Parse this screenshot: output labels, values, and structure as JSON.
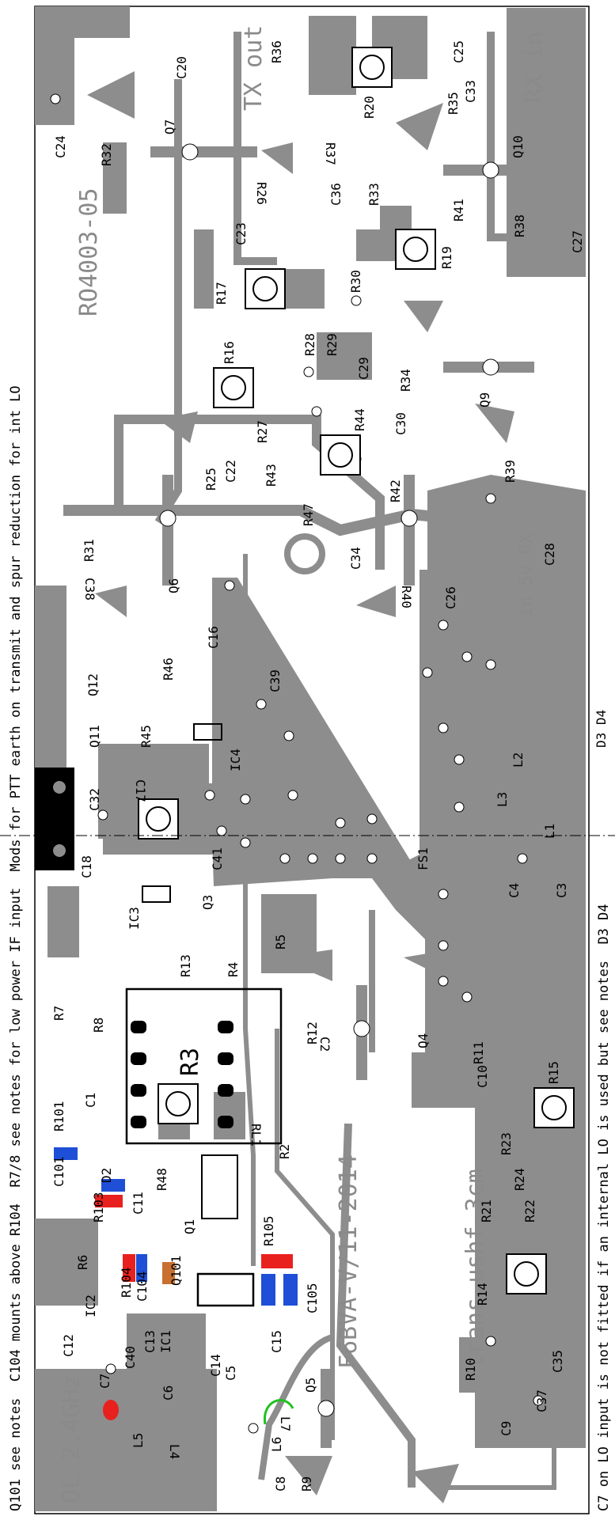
{
  "notes": {
    "left": "Q101 see notes  C104 mounts above R104  R7/8 see notes for low power IF input  Mods for PTT earth on transmit and spur reduction for int LO",
    "right": "C7 on LO input is not fitted if an internal LO is used but see notes  D3 D4"
  },
  "board_text": {
    "title": "RO4003-05",
    "author": "F6BVA-V/11-2014",
    "project": "trans.ushf-3cm",
    "ol_label": "OL 2.4GHz",
    "tx_out": "TX out",
    "rx_in": "RX in",
    "five_v_rx": "in 5v RX"
  },
  "components": [
    {
      "id": "comp-c20",
      "label": "C20"
    },
    {
      "id": "comp-c24",
      "label": "C24"
    },
    {
      "id": "comp-r32",
      "label": "R32"
    },
    {
      "id": "comp-q7",
      "label": "Q7"
    },
    {
      "id": "comp-r36",
      "label": "R36"
    },
    {
      "id": "comp-c25",
      "label": "C25"
    },
    {
      "id": "comp-r20",
      "label": "R20"
    },
    {
      "id": "comp-r35",
      "label": "R35"
    },
    {
      "id": "comp-c33",
      "label": "C33"
    },
    {
      "id": "comp-r37",
      "label": "R37"
    },
    {
      "id": "comp-q10",
      "label": "Q10"
    },
    {
      "id": "comp-r26",
      "label": "R26"
    },
    {
      "id": "comp-c36",
      "label": "C36"
    },
    {
      "id": "comp-r33",
      "label": "R33"
    },
    {
      "id": "comp-r41",
      "label": "R41"
    },
    {
      "id": "comp-c23",
      "label": "C23"
    },
    {
      "id": "comp-r38",
      "label": "R38"
    },
    {
      "id": "comp-c27",
      "label": "C27"
    },
    {
      "id": "comp-r19",
      "label": "R19"
    },
    {
      "id": "comp-r17",
      "label": "R17"
    },
    {
      "id": "comp-r30",
      "label": "R30"
    },
    {
      "id": "comp-r28",
      "label": "R28"
    },
    {
      "id": "comp-r29",
      "label": "R29"
    },
    {
      "id": "comp-r16",
      "label": "R16"
    },
    {
      "id": "comp-c29",
      "label": "C29"
    },
    {
      "id": "comp-r34",
      "label": "R34"
    },
    {
      "id": "comp-q9",
      "label": "Q9"
    },
    {
      "id": "comp-r27",
      "label": "R27"
    },
    {
      "id": "comp-r44",
      "label": "R44"
    },
    {
      "id": "comp-c30",
      "label": "C30"
    },
    {
      "id": "comp-r25",
      "label": "R25"
    },
    {
      "id": "comp-c22",
      "label": "C22"
    },
    {
      "id": "comp-r43",
      "label": "R43"
    },
    {
      "id": "comp-r42",
      "label": "R42"
    },
    {
      "id": "comp-r39",
      "label": "R39"
    },
    {
      "id": "comp-r47",
      "label": "R47"
    },
    {
      "id": "comp-r31",
      "label": "R31"
    },
    {
      "id": "comp-c38",
      "label": "C38"
    },
    {
      "id": "comp-q6",
      "label": "Q6"
    },
    {
      "id": "comp-c34",
      "label": "C34"
    },
    {
      "id": "comp-r40",
      "label": "R40"
    },
    {
      "id": "comp-c26",
      "label": "C26"
    },
    {
      "id": "comp-c28",
      "label": "C28"
    },
    {
      "id": "comp-c16",
      "label": "C16"
    },
    {
      "id": "comp-r46",
      "label": "R46"
    },
    {
      "id": "comp-q12",
      "label": "Q12"
    },
    {
      "id": "comp-c39",
      "label": "C39"
    },
    {
      "id": "comp-q11",
      "label": "Q11"
    },
    {
      "id": "comp-r45",
      "label": "R45"
    },
    {
      "id": "comp-c17",
      "label": "C17"
    },
    {
      "id": "comp-ic4",
      "label": "IC4"
    },
    {
      "id": "comp-c32",
      "label": "C32"
    },
    {
      "id": "comp-c18",
      "label": "C18"
    },
    {
      "id": "comp-c41",
      "label": "C41"
    },
    {
      "id": "comp-l3",
      "label": "L3"
    },
    {
      "id": "comp-l2",
      "label": "L2"
    },
    {
      "id": "comp-l1",
      "label": "L1"
    },
    {
      "id": "comp-c4",
      "label": "C4"
    },
    {
      "id": "comp-c3",
      "label": "C3"
    },
    {
      "id": "comp-fs1",
      "label": "FS1"
    },
    {
      "id": "comp-ic3",
      "label": "IC3"
    },
    {
      "id": "comp-q3",
      "label": "Q3"
    },
    {
      "id": "comp-r13",
      "label": "R13"
    },
    {
      "id": "comp-r5",
      "label": "R5"
    },
    {
      "id": "comp-r4",
      "label": "R4"
    },
    {
      "id": "comp-r7",
      "label": "R7"
    },
    {
      "id": "comp-r8",
      "label": "R8"
    },
    {
      "id": "comp-r3",
      "label": "R3"
    },
    {
      "id": "comp-rl1",
      "label": "RL1"
    },
    {
      "id": "comp-r12",
      "label": "R12"
    },
    {
      "id": "comp-c2",
      "label": "C2"
    },
    {
      "id": "comp-q4",
      "label": "Q4"
    },
    {
      "id": "comp-r11",
      "label": "R11"
    },
    {
      "id": "comp-c10",
      "label": "C10"
    },
    {
      "id": "comp-r15",
      "label": "R15"
    },
    {
      "id": "comp-c1",
      "label": "C1"
    },
    {
      "id": "comp-r101",
      "label": "R101"
    },
    {
      "id": "comp-c101",
      "label": "C101"
    },
    {
      "id": "comp-d2",
      "label": "D2"
    },
    {
      "id": "comp-r103",
      "label": "R103"
    },
    {
      "id": "comp-c11",
      "label": "C11"
    },
    {
      "id": "comp-r48",
      "label": "R48"
    },
    {
      "id": "comp-r2",
      "label": "R2"
    },
    {
      "id": "comp-r23",
      "label": "R23"
    },
    {
      "id": "comp-r24",
      "label": "R24"
    },
    {
      "id": "comp-r21",
      "label": "R21"
    },
    {
      "id": "comp-r22",
      "label": "R22"
    },
    {
      "id": "comp-q1",
      "label": "Q1"
    },
    {
      "id": "comp-r105",
      "label": "R105"
    },
    {
      "id": "comp-r6",
      "label": "R6"
    },
    {
      "id": "comp-r104",
      "label": "R104"
    },
    {
      "id": "comp-c104",
      "label": "C104"
    },
    {
      "id": "comp-q101",
      "label": "Q101"
    },
    {
      "id": "comp-ic2",
      "label": "IC2"
    },
    {
      "id": "comp-c105",
      "label": "C105"
    },
    {
      "id": "comp-r14",
      "label": "R14"
    },
    {
      "id": "comp-c12",
      "label": "C12"
    },
    {
      "id": "comp-c13",
      "label": "C13"
    },
    {
      "id": "comp-ic1",
      "label": "IC1"
    },
    {
      "id": "comp-c40",
      "label": "C40"
    },
    {
      "id": "comp-c15",
      "label": "C15"
    },
    {
      "id": "comp-c5",
      "label": "C5"
    },
    {
      "id": "comp-c14",
      "label": "C14"
    },
    {
      "id": "comp-c6",
      "label": "C6"
    },
    {
      "id": "comp-c35",
      "label": "C35"
    },
    {
      "id": "comp-r10",
      "label": "R10"
    },
    {
      "id": "comp-c37",
      "label": "C37"
    },
    {
      "id": "comp-c9",
      "label": "C9"
    },
    {
      "id": "comp-q5",
      "label": "Q5"
    },
    {
      "id": "comp-l7",
      "label": "L7"
    },
    {
      "id": "comp-l6",
      "label": "L6"
    },
    {
      "id": "comp-c7",
      "label": "C7"
    },
    {
      "id": "comp-l5",
      "label": "L5"
    },
    {
      "id": "comp-l4",
      "label": "L4"
    },
    {
      "id": "comp-c8",
      "label": "C8"
    },
    {
      "id": "comp-r9",
      "label": "R9"
    },
    {
      "id": "comp-d3d4",
      "label": "D3 D4"
    }
  ],
  "colors": {
    "copper": "#8d8d8d",
    "silkscreen": "#000000",
    "board": "#ffffff",
    "smd_red": "#e8211f",
    "smd_blue": "#1e4fd6",
    "smd_orange": "#c8702f",
    "wire_green": "#1fc21f"
  }
}
